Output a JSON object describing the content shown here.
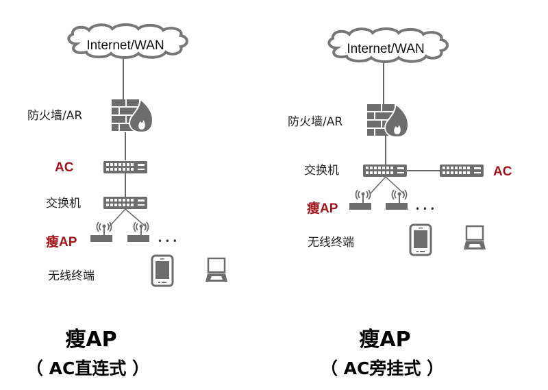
{
  "colors": {
    "device": "#6d6d6d",
    "line": "#666666",
    "accent_red": "#a0141a",
    "text": "#222222",
    "caption": "#000000"
  },
  "left": {
    "cloud_label": "Internet/WAN",
    "firewall_label": "防火墙/AR",
    "ac_label": "AC",
    "switch_label": "交换机",
    "ap_label_cn": "瘦",
    "ap_label_en": "AP",
    "ellipsis": "• • •",
    "terminal_label": "无线终端",
    "caption_title": "瘦AP",
    "caption_sub": "（ AC直连式 ）"
  },
  "right": {
    "cloud_label": "Internet/WAN",
    "firewall_label": "防火墙/AR",
    "switch_label": "交换机",
    "ac_label": "AC",
    "ap_label_cn": "瘦",
    "ap_label_en": "AP",
    "ellipsis": "• • •",
    "terminal_label": "无线终端",
    "caption_title": "瘦AP",
    "caption_sub": "（ AC旁挂式 ）"
  },
  "icons": [
    "cloud-icon",
    "firewall-icon",
    "switch-icon",
    "access-point-icon",
    "phone-icon",
    "laptop-icon"
  ]
}
